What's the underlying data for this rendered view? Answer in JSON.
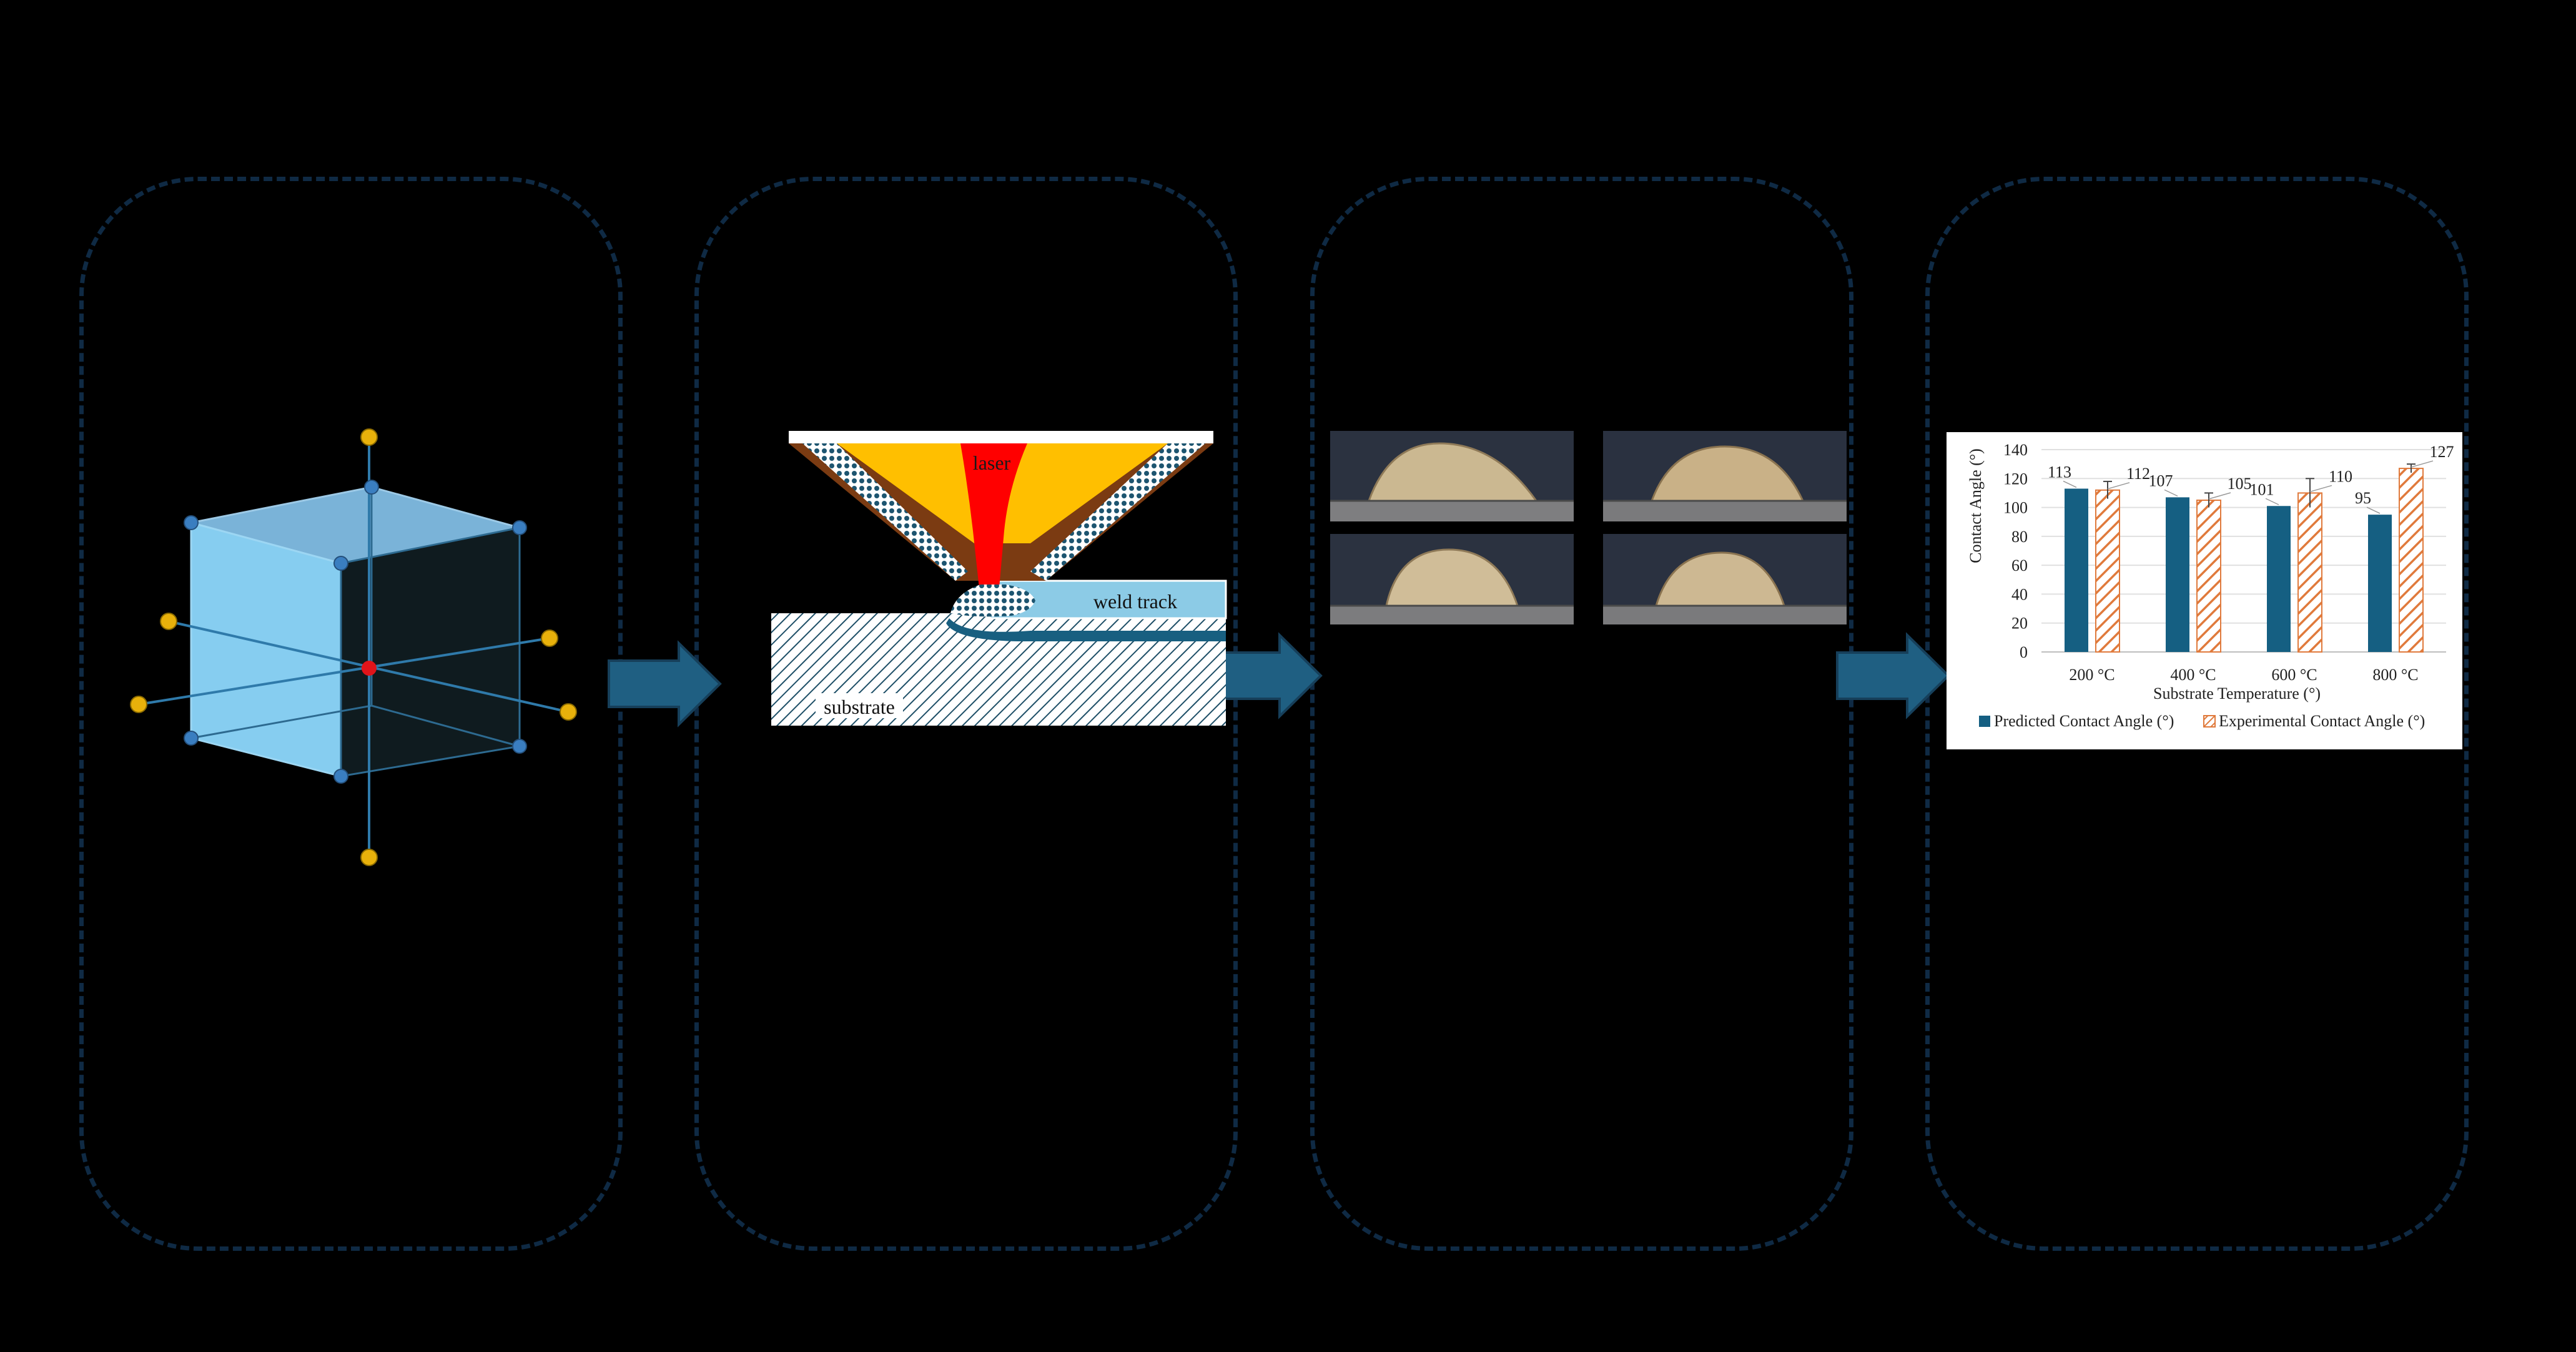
{
  "colors": {
    "background": "#000000",
    "panel_border": "#0f2a44",
    "arrow": "#1f5f82",
    "series_predicted": "#155f82",
    "series_experimental": "#e07a3c"
  },
  "icons": [
    "atomic-lattice-cube-icon",
    "process-flow-arrow-icon"
  ],
  "diagram": {
    "laser_label": "laser",
    "weld_track_label": "weld track",
    "substrate_label": "substrate"
  },
  "chart_data": {
    "type": "bar",
    "categories": [
      "200 °C",
      "400  °C",
      "600  °C",
      "800  °C"
    ],
    "series": [
      {
        "name": "Predicted Contact Angle (°)",
        "values": [
          113,
          107,
          101,
          95
        ],
        "error": [
          0,
          0,
          0,
          0
        ]
      },
      {
        "name": "Experimental Contact Angle (°)",
        "values": [
          112,
          105,
          110,
          127
        ],
        "error": [
          6,
          5,
          10,
          3
        ]
      }
    ],
    "data_labels": {
      "predicted": [
        "113",
        "107",
        "101",
        "95"
      ],
      "experimental": [
        "112",
        "105",
        "110",
        "127"
      ]
    },
    "ylabel": "Contact Angle (°)",
    "xlabel": "Substrate Temperature (°)",
    "ylim": [
      0,
      140
    ],
    "yticks": [
      0,
      20,
      40,
      60,
      80,
      100,
      120,
      140
    ],
    "grid": true,
    "legend": "bottom"
  }
}
